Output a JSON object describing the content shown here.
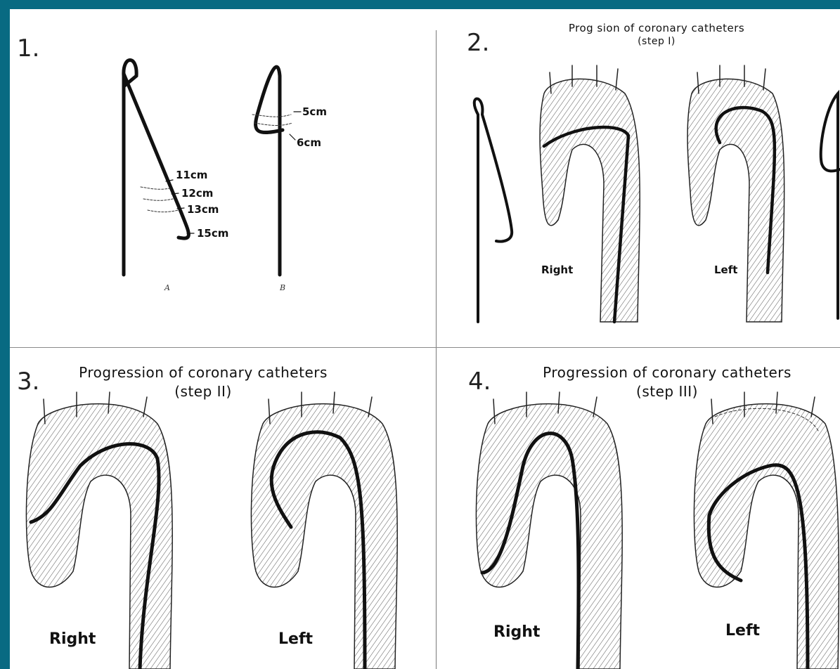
{
  "panels": [
    {
      "number": "1.",
      "markers_A": [
        "11cm",
        "12cm",
        "13cm",
        "15cm"
      ],
      "markers_B": [
        "5cm",
        "6cm"
      ],
      "letter_A": "A",
      "letter_B": "B"
    },
    {
      "number": "2.",
      "title_line1": "Prog  sion of coronary catheters",
      "title_line2": "(step I)",
      "label_right": "Right",
      "label_left": "Left"
    },
    {
      "number": "3.",
      "title_line1": "Progression of coronary catheters",
      "title_line2": "(step II)",
      "label_right": "Right",
      "label_left": "Left"
    },
    {
      "number": "4.",
      "title_line1": "Progression of coronary catheters",
      "title_line2": "(step III)",
      "label_right": "Right",
      "label_left": "Left"
    }
  ]
}
